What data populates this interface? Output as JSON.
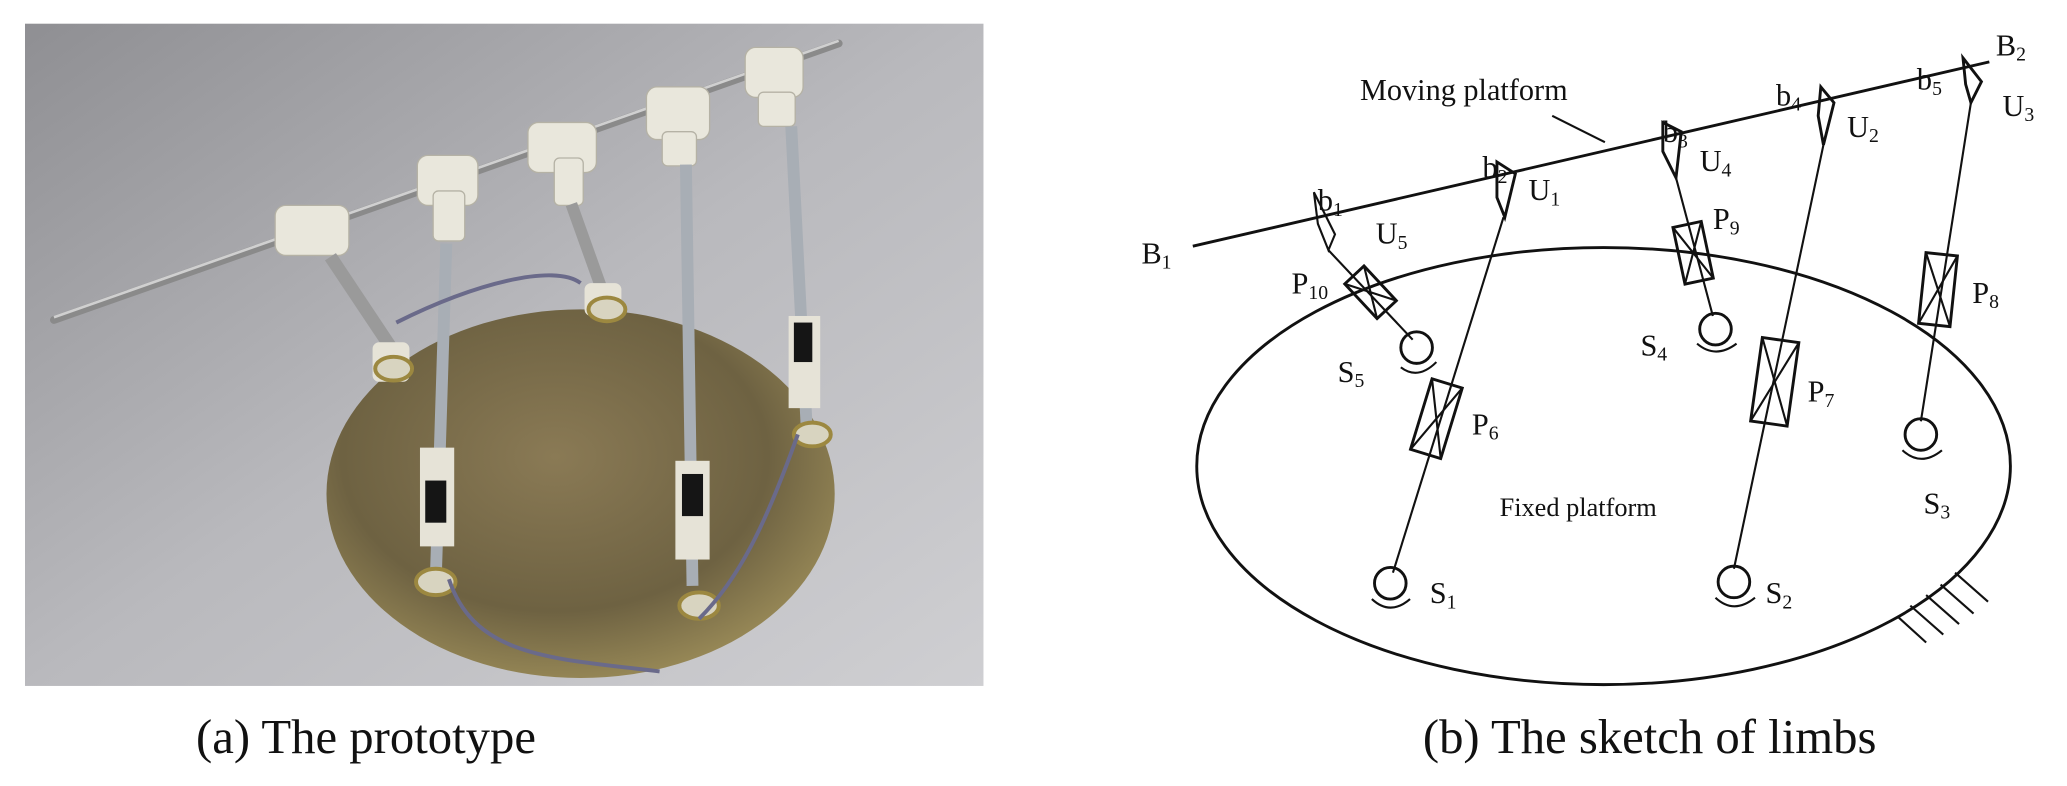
{
  "figure": {
    "panel_a": {
      "caption": "(a) The prototype"
    },
    "panel_b": {
      "caption": "(b) The sketch of limbs",
      "moving_platform_label": "Moving platform",
      "fixed_platform_label": "Fixed platform",
      "labels": {
        "B1": {
          "base": "B",
          "sub": "1"
        },
        "B2": {
          "base": "B",
          "sub": "2"
        },
        "b1": {
          "base": "b",
          "sub": "1"
        },
        "b2": {
          "base": "b",
          "sub": "2"
        },
        "b3": {
          "base": "b",
          "sub": "3"
        },
        "b4": {
          "base": "b",
          "sub": "4"
        },
        "b5": {
          "base": "b",
          "sub": "5"
        },
        "U1": {
          "base": "U",
          "sub": "1"
        },
        "U2": {
          "base": "U",
          "sub": "2"
        },
        "U3": {
          "base": "U",
          "sub": "3"
        },
        "U4": {
          "base": "U",
          "sub": "4"
        },
        "U5": {
          "base": "U",
          "sub": "5"
        },
        "P6": {
          "base": "P",
          "sub": "6"
        },
        "P7": {
          "base": "P",
          "sub": "7"
        },
        "P8": {
          "base": "P",
          "sub": "8"
        },
        "P9": {
          "base": "P",
          "sub": "9"
        },
        "P10": {
          "base": "P",
          "sub": "10"
        },
        "S1": {
          "base": "S",
          "sub": "1"
        },
        "S2": {
          "base": "S",
          "sub": "2"
        },
        "S3": {
          "base": "S",
          "sub": "3"
        },
        "S4": {
          "base": "S",
          "sub": "4"
        },
        "S5": {
          "base": "S",
          "sub": "5"
        }
      }
    }
  }
}
